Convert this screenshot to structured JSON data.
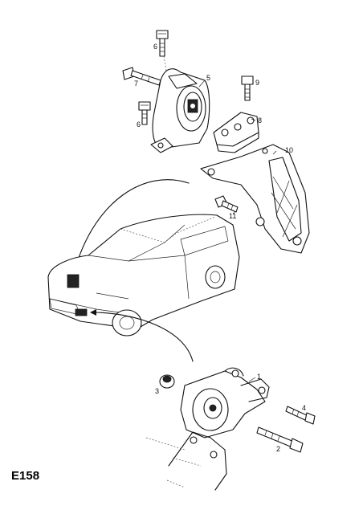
{
  "diagram_code": "E158",
  "callouts": [
    {
      "id": "p1",
      "label": "1"
    },
    {
      "id": "p2",
      "label": "2"
    },
    {
      "id": "p3",
      "label": "3"
    },
    {
      "id": "p4",
      "label": "4"
    },
    {
      "id": "p5",
      "label": "5"
    },
    {
      "id": "p6a",
      "label": "6"
    },
    {
      "id": "p6b",
      "label": "6"
    },
    {
      "id": "p7",
      "label": "7"
    },
    {
      "id": "p8",
      "label": "8"
    },
    {
      "id": "p9",
      "label": "9"
    },
    {
      "id": "p10",
      "label": "10"
    },
    {
      "id": "p11",
      "label": "11"
    }
  ]
}
